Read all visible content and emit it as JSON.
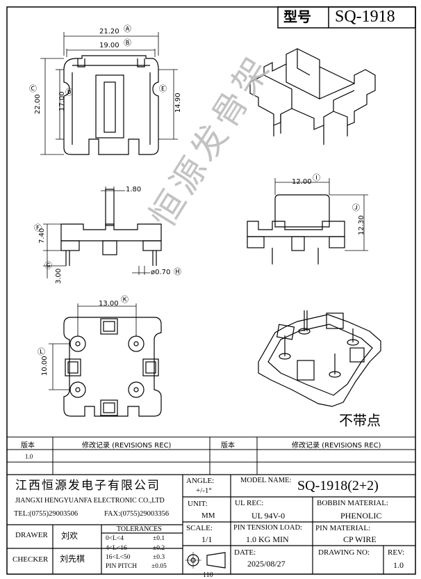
{
  "header": {
    "type_label": "型号",
    "model": "SQ-1918"
  },
  "dims": {
    "top_view": {
      "a": "21.20",
      "b": "19.00",
      "c": "22.00",
      "d": "17.00",
      "e": "14.90",
      "mark_a": "Ⓐ",
      "mark_b": "Ⓑ",
      "mark_c": "Ⓒ",
      "mark_d": "Ⓓ",
      "mark_e": "Ⓔ"
    },
    "front_view": {
      "g_w": "1.80",
      "f": "7.40",
      "g": "3.00",
      "h": "ø0.70",
      "mark_f": "Ⓕ",
      "mark_g": "Ⓖ",
      "mark_h": "Ⓗ"
    },
    "side_view": {
      "i": "12.00",
      "j": "12.30",
      "mark_i": "Ⓘ",
      "mark_j": "Ⓙ"
    },
    "bottom_view": {
      "k": "13.00",
      "l": "10.00",
      "mark_k": "Ⓚ",
      "mark_l": "Ⓛ"
    }
  },
  "note": "不带点",
  "watermark": "恒源发骨架",
  "revision": {
    "ver_label": "版本",
    "rec_label": "修改记录 (REVISIONS REC)",
    "ver_label2": "版本",
    "rec_label2": "修改记录 (REVISIONS REC)",
    "row1_ver": "1.0"
  },
  "title_block": {
    "company_cn": "江西恒源发电子有限公司",
    "company_en": "JIANGXI HENGYUANFA ELECTRONIC CO.,LTD",
    "tel": "TEL:(0755)29003506",
    "fax": "FAX:(0755)29003356",
    "angle_label": "ANGLE:",
    "angle_value": "+/-1°",
    "model_name_label": "MODEL NAME:",
    "model_name_value": "SQ-1918(2+2)",
    "unit_label": "UNIT:",
    "unit_value": "MM",
    "ul_label": "UL REC:",
    "ul_value": "UL 94V-0",
    "bobbin_label": "BOBBIN MATERIAL:",
    "bobbin_value": "PHENOLIC",
    "scale_label": "SCALE:",
    "scale_value": "1/1",
    "pin_tension_label": "PIN TENSION LOAD:",
    "pin_tension_value": "1.0 KG MIN",
    "pin_material_label": "PIN MATERIAL:",
    "pin_material_value": "CP WIRE",
    "date_label": "DATE:",
    "date_value": "2025/08/27",
    "drawing_no_label": "DRAWING NO:",
    "rev_label": "REV:",
    "rev_value": "1.0",
    "drawer_label": "DRAWER",
    "drawer_name": "刘欢",
    "checker_label": "CHECKER",
    "checker_name": "刘先棋",
    "tolerances_label": "TOLERANCES",
    "tol": [
      {
        "range": "0<L<4",
        "value": "±0.1"
      },
      {
        "range": "4<L<16",
        "value": "±0.2"
      },
      {
        "range": "16<L<50",
        "value": "±0.3"
      },
      {
        "range": "PIN PITCH",
        "value": "±0.05"
      }
    ],
    "bottom_cut": "110"
  }
}
